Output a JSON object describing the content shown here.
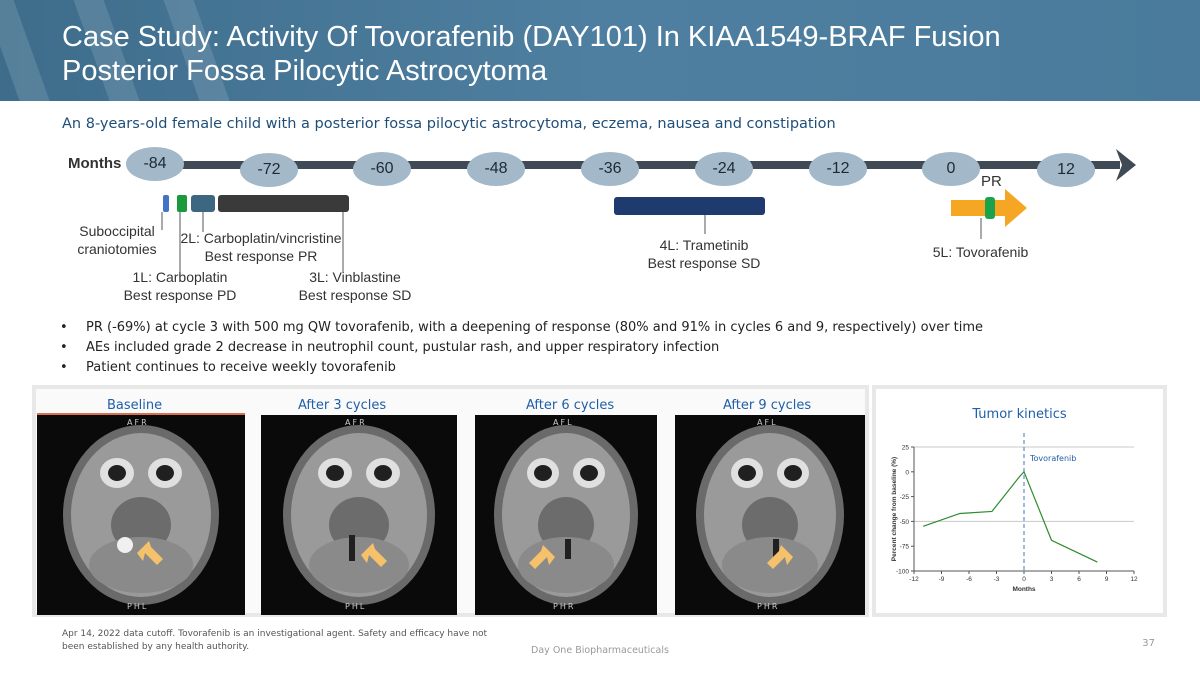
{
  "header": {
    "title_line1": "Case Study: Activity Of Tovorafenib (DAY101) In KIAA1549-BRAF Fusion",
    "title_line2": "Posterior Fossa Pilocytic Astrocytoma"
  },
  "subtitle": "An 8-years-old female child with a posterior fossa pilocytic astrocytoma, eczema, nausea and constipation",
  "timeline": {
    "axis_label": "Months",
    "ticks": [
      "-84",
      "-72",
      "-60",
      "-48",
      "-36",
      "-24",
      "-12",
      "0",
      "12"
    ],
    "pr_label": "PR",
    "therapies": {
      "surgery": {
        "line1": "Suboccipital",
        "line2": "craniotomies"
      },
      "l1": {
        "line1": "1L: Carboplatin",
        "line2": "Best response PD"
      },
      "l2": {
        "line1": "2L: Carboplatin/vincristine",
        "line2": "Best response PR"
      },
      "l3": {
        "line1": "3L: Vinblastine",
        "line2": "Best response SD"
      },
      "l4": {
        "line1": "4L: Trametinib",
        "line2": "Best response SD"
      },
      "l5": {
        "line1": "5L: Tovorafenib"
      }
    },
    "colors": {
      "surgery": "#4472c4",
      "l1": "#1a9a3a",
      "l2": "#3d6680",
      "l3": "#3a3a3a",
      "l4": "#1f3a6e",
      "l5": "#f5a623",
      "pr": "#1aa34a"
    }
  },
  "bullets": [
    "PR (-69%) at cycle 3 with 500 mg QW tovorafenib, with a deepening of response (80% and 91% in cycles 6 and 9, respectively) over time",
    "AEs included grade 2 decrease in neutrophil count, pustular rash, and upper respiratory infection",
    "Patient continues to receive weekly tovorafenib"
  ],
  "scans": [
    {
      "label": "Baseline",
      "top": "AFR",
      "bottom": "PHL"
    },
    {
      "label": "After 3 cycles",
      "top": "AFR",
      "bottom": "PHL"
    },
    {
      "label": "After 6 cycles",
      "top": "AFL",
      "bottom": "PHR"
    },
    {
      "label": "After 9 cycles",
      "top": "AFL",
      "bottom": "PHR"
    }
  ],
  "chart_data": {
    "type": "line",
    "title": "Tumor kinetics",
    "xlabel": "Months",
    "ylabel": "Percent change from baseline (%)",
    "xlim": [
      -12,
      12
    ],
    "ylim": [
      -100,
      25
    ],
    "xticks": [
      "-12",
      "-9",
      "-6",
      "-3",
      "0",
      "3",
      "6",
      "9",
      "12"
    ],
    "yticks": [
      "25",
      "0",
      "-25",
      "-50",
      "-75",
      "-100"
    ],
    "x": [
      -11,
      -7,
      -3.5,
      -0.5,
      0,
      3,
      8
    ],
    "y": [
      -55,
      -42,
      -40,
      -5,
      0,
      -69,
      -91
    ],
    "annotation": "Tovorafenib",
    "annotation_x": 0,
    "color": "#2e8b2e"
  },
  "footnote": "Apr 14, 2022 data cutoff. Tovorafenib is an investigational agent.  Safety and efficacy have not been established by any health authority.",
  "company": "Day One Biopharmaceuticals",
  "page_number": "37"
}
